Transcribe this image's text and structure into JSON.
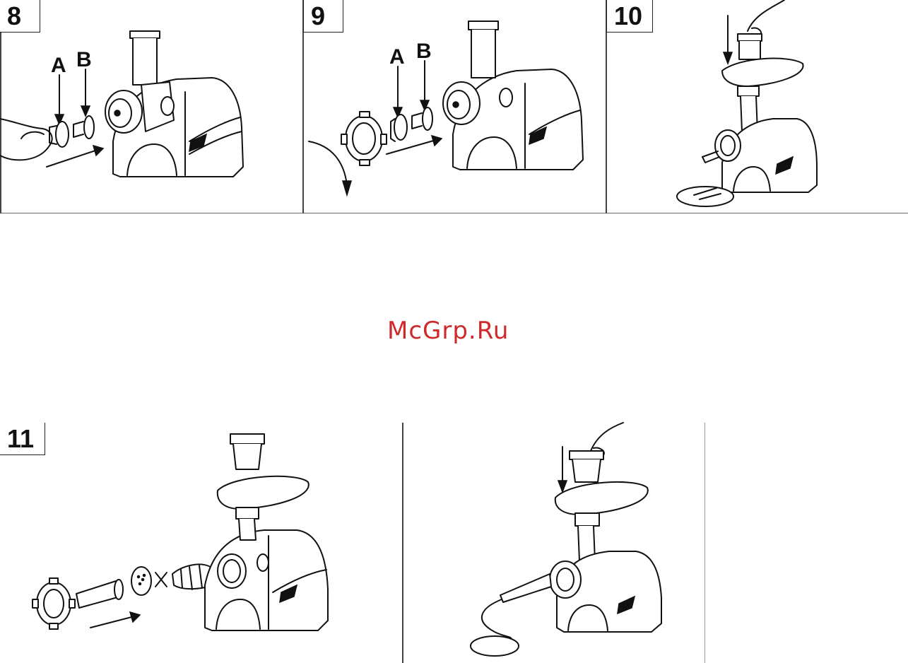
{
  "steps": [
    {
      "number": "8",
      "labels": [
        "A",
        "B"
      ]
    },
    {
      "number": "9",
      "labels": [
        "A",
        "B"
      ]
    },
    {
      "number": "10"
    },
    {
      "number": "11"
    },
    {
      "number": ""
    }
  ],
  "watermark": "McGrp.Ru",
  "colors": {
    "ink": "#111111",
    "watermark": "#cf2a2a",
    "background": "#ffffff"
  }
}
